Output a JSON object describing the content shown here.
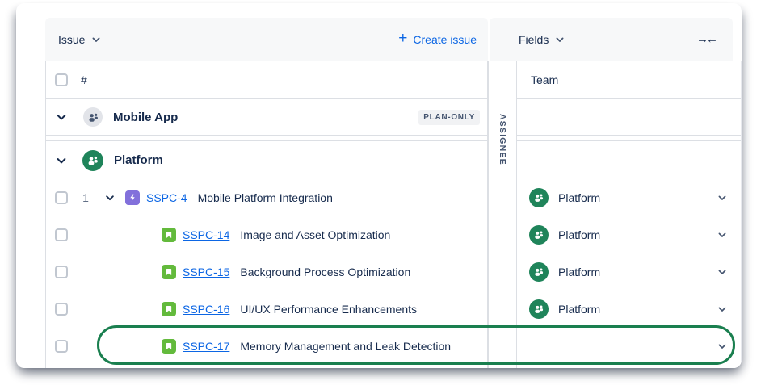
{
  "issue_panel": {
    "title": "Issue",
    "create_button": "Create issue",
    "plus": "+",
    "number_column": "#"
  },
  "fields_panel": {
    "title": "Fields",
    "team_column": "Team",
    "collapse_left": "→",
    "collapse_right": "←"
  },
  "collapsed_column": "ASSIGNEE",
  "groups": [
    {
      "name": "Mobile App",
      "badge": "PLAN-ONLY"
    },
    {
      "name": "Platform"
    }
  ],
  "rows": [
    {
      "number": "1",
      "type": "epic",
      "key": "SSPC-4",
      "title": "Mobile Platform Integration",
      "team": "Platform"
    },
    {
      "type": "story",
      "key": "SSPC-14",
      "title": "Image and Asset Optimization",
      "team": "Platform"
    },
    {
      "type": "story",
      "key": "SSPC-15",
      "title": "Background Process Optimization",
      "team": "Platform"
    },
    {
      "type": "story",
      "key": "SSPC-16",
      "title": "UI/UX Performance Enhancements",
      "team": "Platform"
    },
    {
      "type": "story",
      "key": "SSPC-17",
      "title": "Memory Management and Leak Detection",
      "team": "",
      "highlighted": true
    }
  ],
  "colors": {
    "accent_blue": "#0C66E4",
    "team_green": "#1F845A",
    "story_green": "#63BA3C",
    "epic_purple": "#8270DB",
    "header_gray": "#F7F8F9",
    "highlight_ring": "#1A7F4F"
  }
}
